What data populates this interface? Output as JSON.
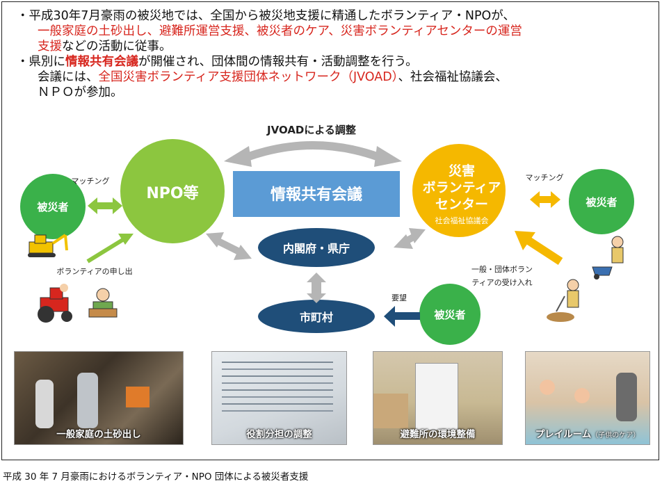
{
  "bullets": {
    "b1_line1": "・平成30年7月豪雨の被災地では、全国から被災地支援に精通したボランティア・NPOが、",
    "b1_line2_red": "一般家庭の土砂出し、避難所運営支援、被災者のケア、災害ボランティアセンターの運営",
    "b1_line3_red": "支援",
    "b1_line3": "などの活動に従事。",
    "b2_pre": "・県別に",
    "b2_red": "情報共有会議",
    "b2_post": "が開催され、団体間の情報共有・活動調整を行う。",
    "b2_line2_pre": "会議には、",
    "b2_line2_red": "全国災害ボランティア支援団体ネットワーク（JVOAD）",
    "b2_line2_post": "、社会福祉協議会、",
    "b2_line3": "ＮＰＯが参加。"
  },
  "diagram": {
    "jvoad_label": "JVOADによる調整",
    "info_meeting": "情報共有会議",
    "npo": "NPO等",
    "center_line1": "災害",
    "center_line2": "ボランティア",
    "center_line3": "センター",
    "center_sub": "社会福祉協議会",
    "gov": "内閣府・県庁",
    "city": "市町村",
    "victim_left": "被災者",
    "victim_right": "被災者",
    "victim_bottom": "被災者",
    "matching_left": "マッチング",
    "matching_right": "マッチング",
    "volunteer_apply": "ボランティアの申し出",
    "accept_line1": "一般・団体ボラン",
    "accept_line2": "ティアの受け入れ",
    "request": "要望"
  },
  "photos": [
    {
      "title": "一般家庭の土砂出し"
    },
    {
      "title": "役割分担の調整"
    },
    {
      "title": "避難所の環境整備"
    },
    {
      "title": "プレイルーム",
      "sub": "（子供のケア）"
    }
  ],
  "caption": "平成 30 年 7 月豪雨におけるボランティア・NPO 団体による被災者支援",
  "colors": {
    "green": "#8cc63f",
    "dark_green": "#3ab14a",
    "blue": "#5b9bd5",
    "navy": "#1f4e79",
    "orange": "#f5b800",
    "red": "#d7261e",
    "gray": "#b5b5b5"
  }
}
